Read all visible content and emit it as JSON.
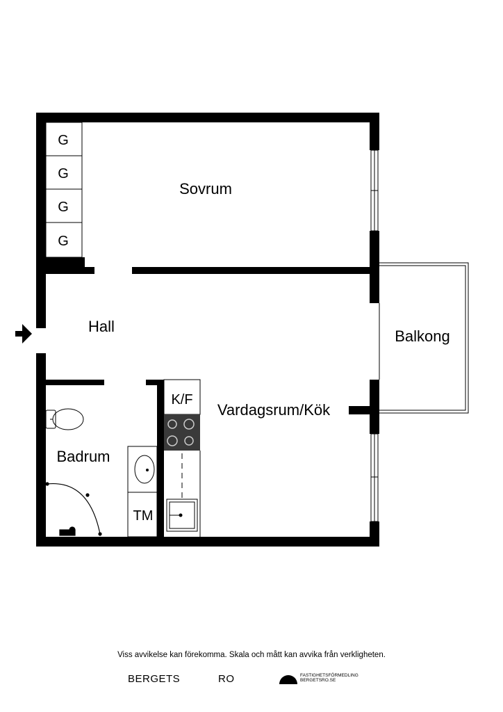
{
  "rooms": {
    "sovrum": "Sovrum",
    "hall": "Hall",
    "balkong": "Balkong",
    "vardagsrum": "Vardagsrum/Kök",
    "badrum": "Badrum",
    "kf": "K/F",
    "tm": "TM"
  },
  "wardrobes": [
    "G",
    "G",
    "G",
    "G"
  ],
  "footer": {
    "disclaimer": "Viss avvikelse kan förekomma. Skala och mått kan avvika från verkligheten.",
    "logo_main": "BERGETS",
    "logo_ro": "RO",
    "agency_line1": "FASTIGHETSFÖRMEDLING",
    "agency_line2": "BERGETSRO.SE"
  },
  "colors": {
    "wall": "#000000",
    "background": "#ffffff",
    "stove": "#3a3a3a"
  },
  "icons": [
    "entrance-arrow-icon",
    "toilet-icon",
    "sink-icon",
    "stove-icon",
    "kitchen-sink-icon",
    "shower-icon"
  ]
}
